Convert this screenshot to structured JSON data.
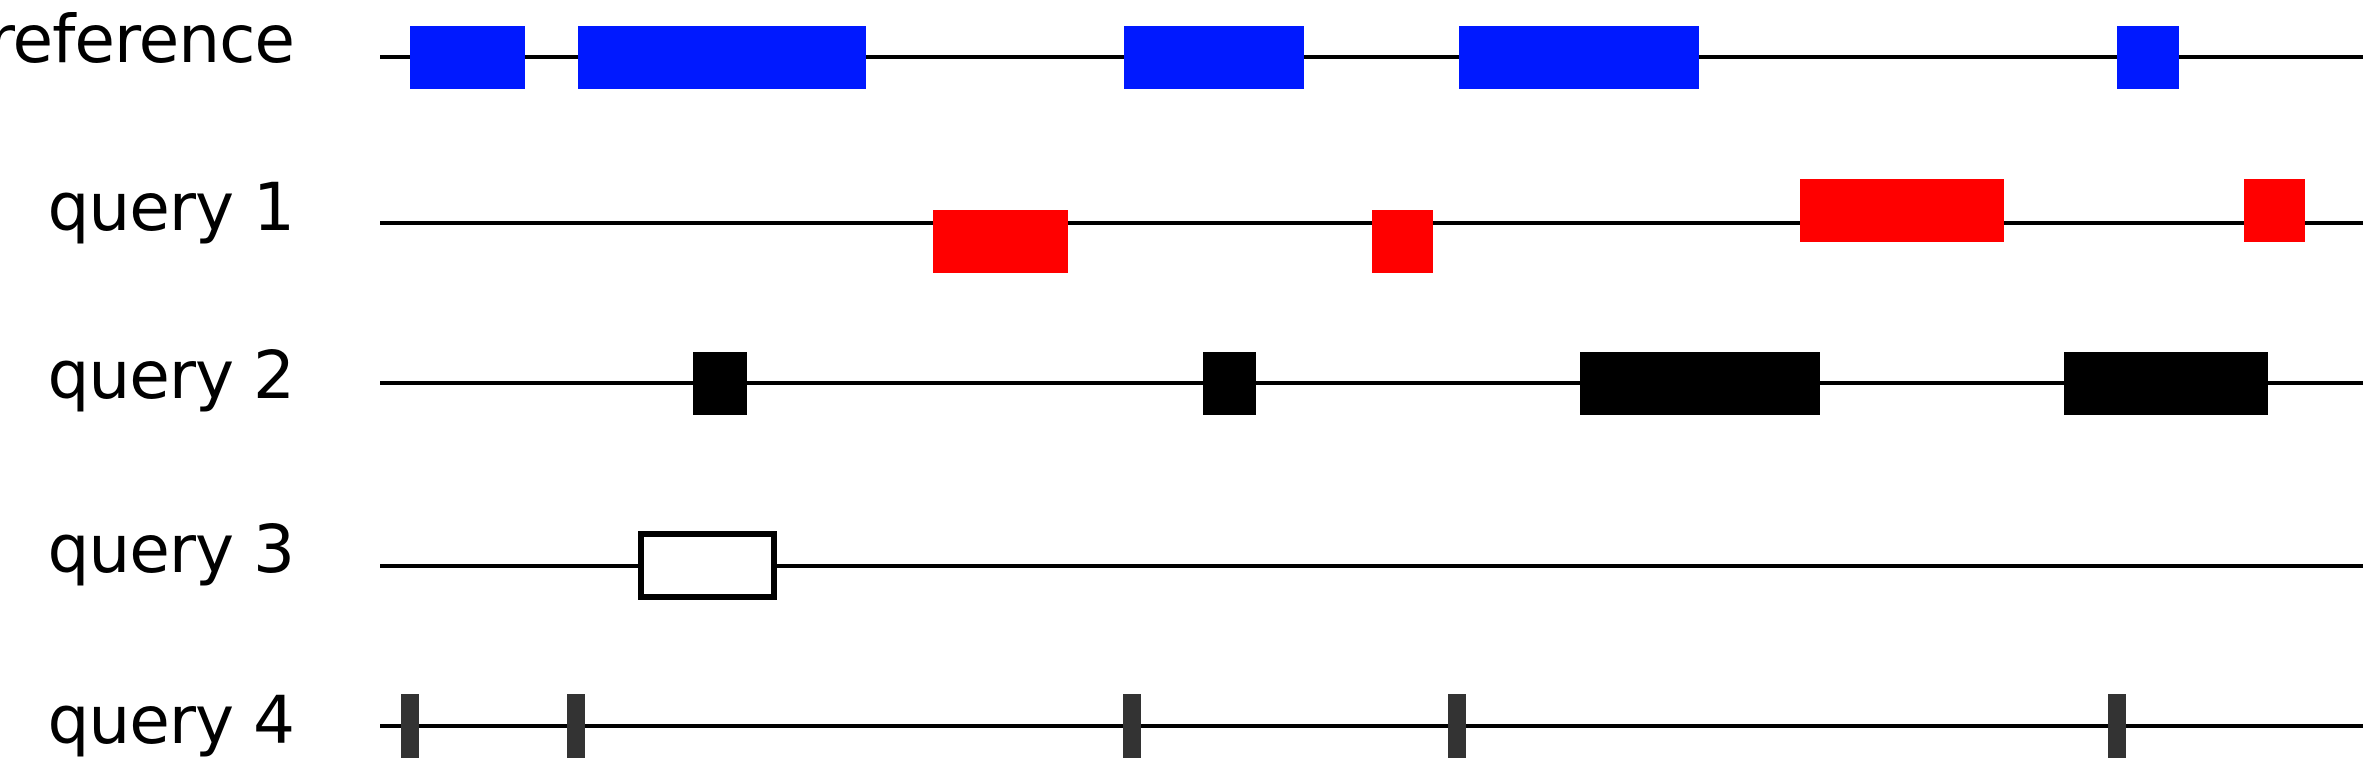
{
  "tracks": [
    {
      "label": "reference",
      "style": "filled",
      "color": "#0019FF",
      "segments": [
        [
          0.015,
          0.073
        ],
        [
          0.1,
          0.245
        ],
        [
          0.375,
          0.466
        ],
        [
          0.544,
          0.665
        ],
        [
          0.876,
          0.907
        ]
      ]
    },
    {
      "label": "query 1",
      "style": "filled",
      "color": "#FF0000",
      "segments": [
        [
          0.279,
          0.347
        ],
        [
          0.5,
          0.531
        ],
        [
          0.716,
          0.819
        ],
        [
          0.94,
          0.971
        ]
      ]
    },
    {
      "label": "query 2",
      "style": "filled",
      "color": "#000000",
      "segments": [
        [
          0.158,
          0.185
        ],
        [
          0.415,
          0.442
        ],
        [
          0.605,
          0.726
        ],
        [
          0.849,
          0.952
        ]
      ]
    },
    {
      "label": "query 3",
      "style": "outline",
      "color": "#000000",
      "segments": [
        [
          0.13,
          0.2
        ]
      ]
    },
    {
      "label": "query 4",
      "style": "tick",
      "color": "#333333",
      "positions": [
        0.015,
        0.099,
        0.379,
        0.543,
        0.876
      ]
    }
  ]
}
